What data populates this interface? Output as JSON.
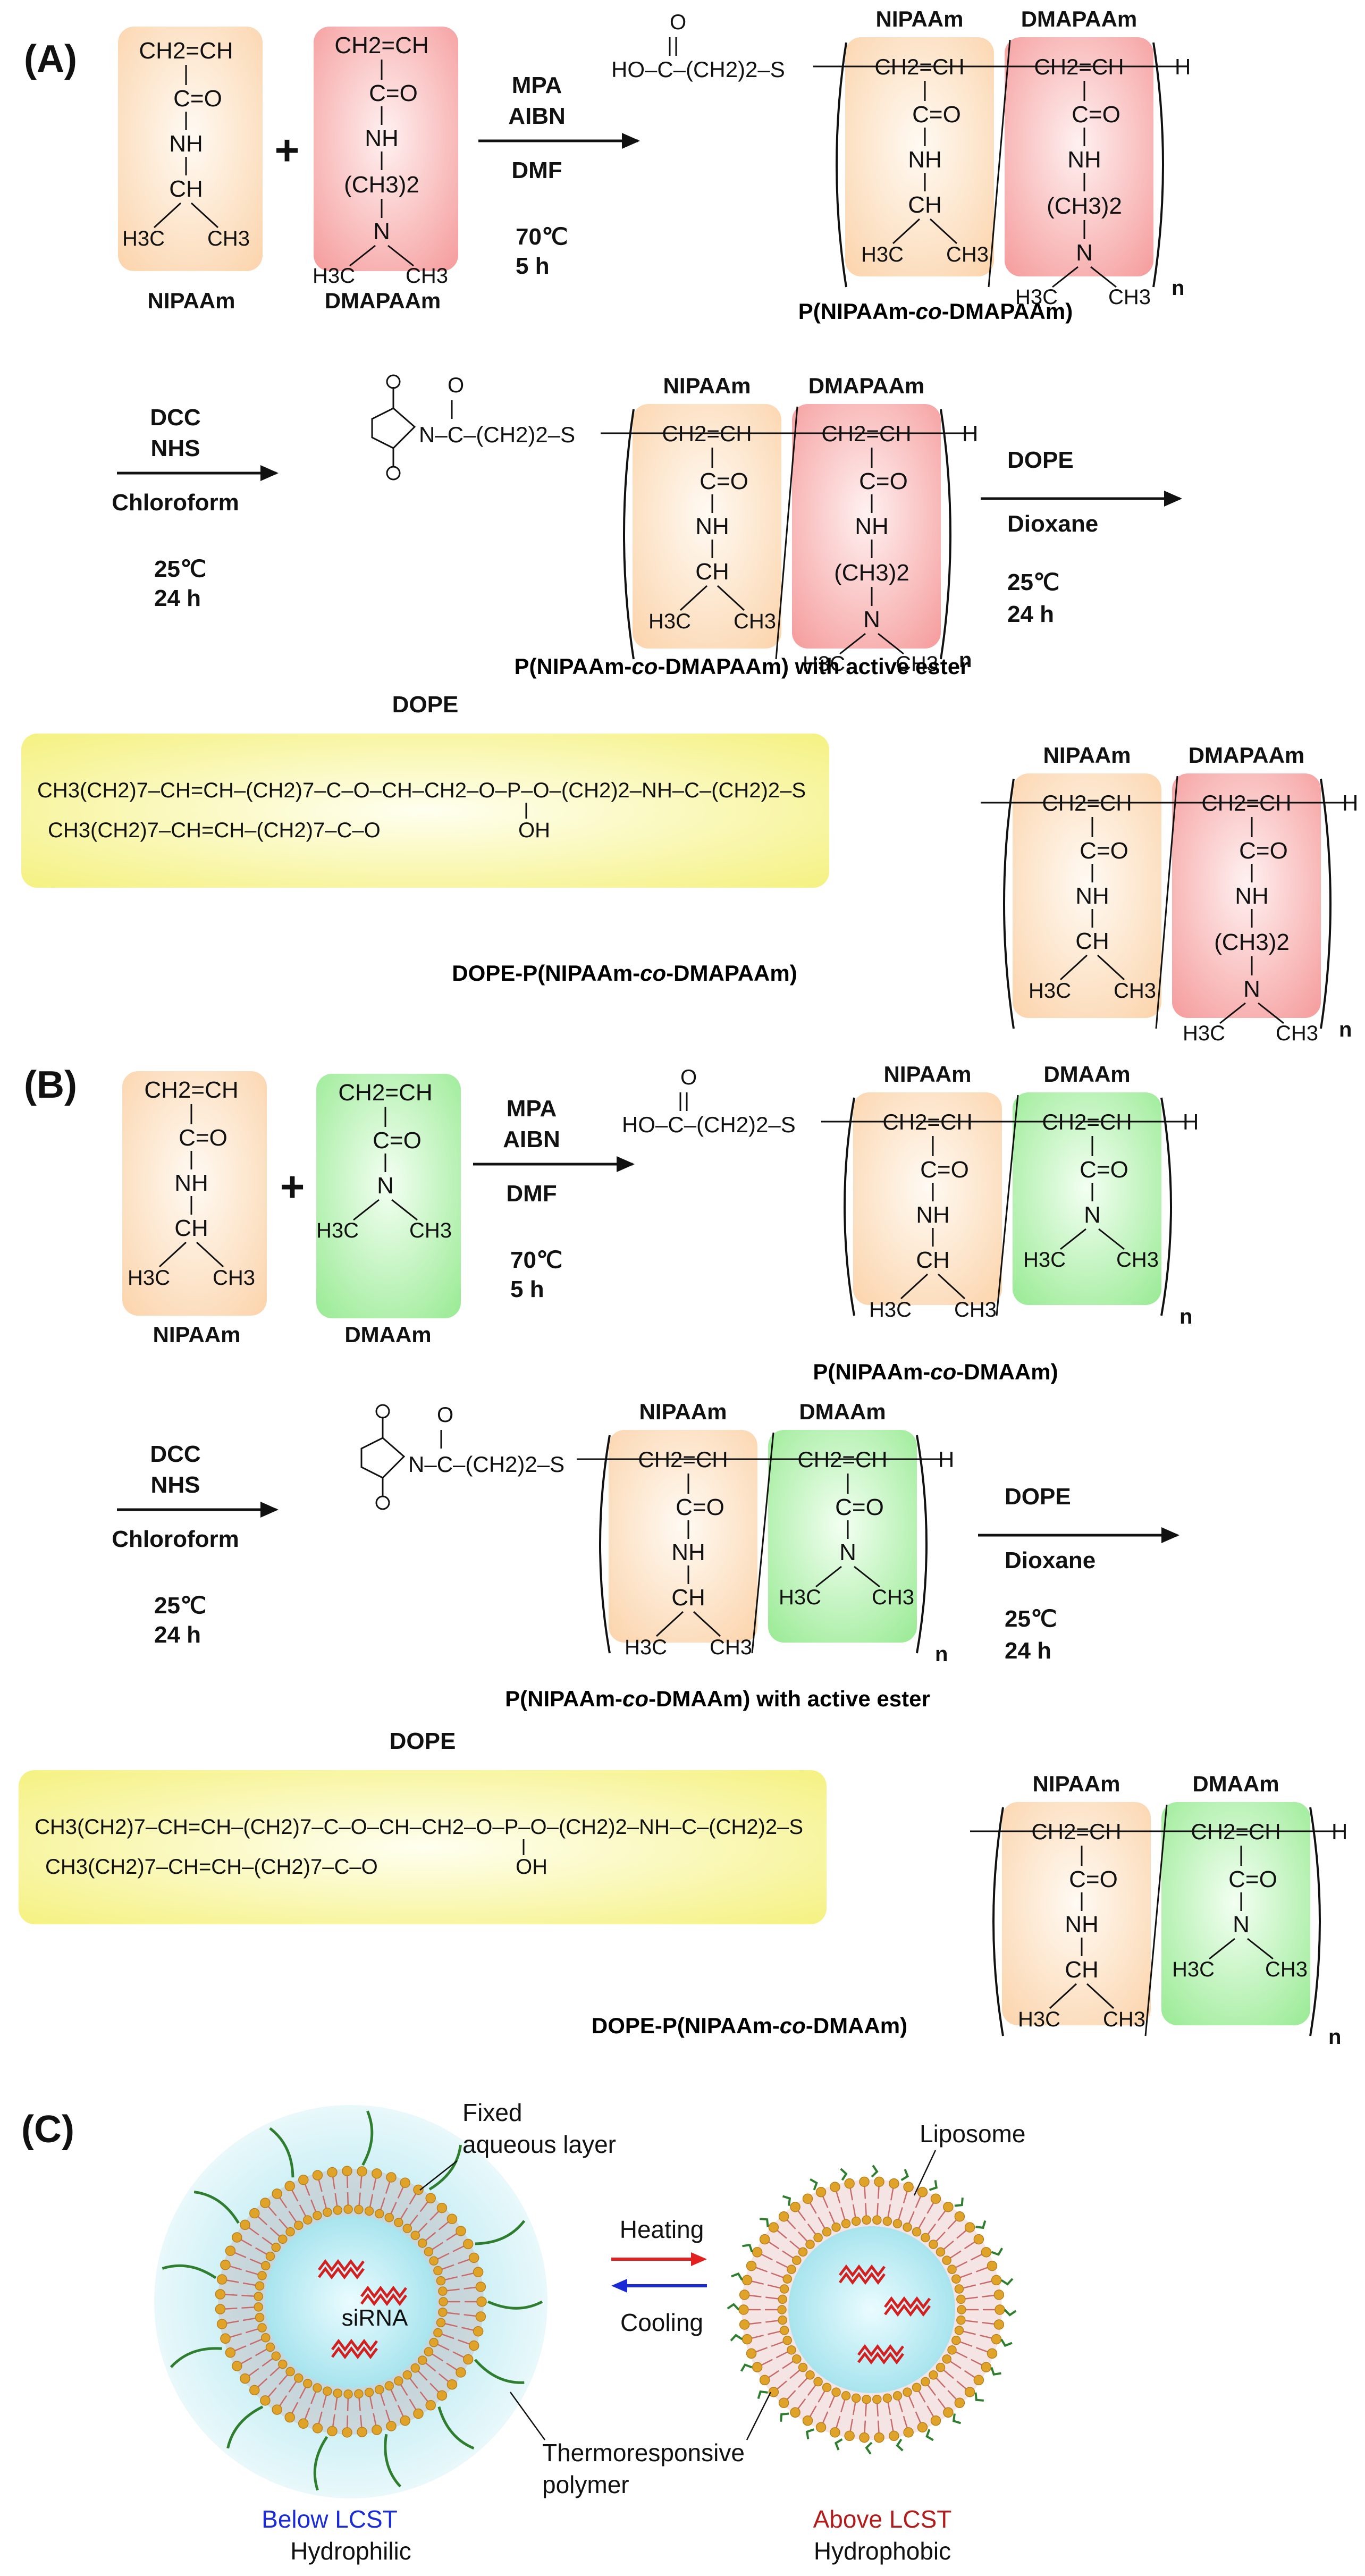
{
  "panels": {
    "A": {
      "label": "(A)",
      "monomer1": {
        "name": "NIPAAm",
        "top": "CH2=CH",
        "amide": "C=O",
        "nh": "NH",
        "ch": "CH",
        "me_left": "H3C",
        "me_right": "CH3"
      },
      "plus": "+",
      "monomer2": {
        "name": "DMAPAAm",
        "top": "CH2=CH",
        "amide": "C=O",
        "nh": "NH",
        "linker": "(CH3)2",
        "n": "N",
        "me_left": "H3C",
        "me_right": "CH3"
      },
      "step1": {
        "reagent1": "MPA",
        "reagent2": "AIBN",
        "solvent": "DMF",
        "temp": "70℃",
        "time": "5 h"
      },
      "product1": {
        "end_group": "HO–C–(CH2)2–S",
        "carbonyl_o": "O",
        "caption": "P(NIPAAm-co-DMAPAAm)",
        "caption_pre": "P(NIPAAm-",
        "caption_co": "co",
        "caption_post": "-DMAPAAm)",
        "terminal_h": "H",
        "repeat_n": "n"
      },
      "step2": {
        "reagent1": "DCC",
        "reagent2": "NHS",
        "solvent": "Chloroform",
        "temp": "25℃",
        "time": "24 h"
      },
      "product2": {
        "end_group": "N–C–(CH2)2–S",
        "caption_pre": "P(NIPAAm-",
        "caption_co": "co",
        "caption_post": "-DMAPAAm) with active ester"
      },
      "step3": {
        "reagent": "DOPE",
        "solvent": "Dioxane",
        "temp": "25℃",
        "time": "24 h"
      },
      "product3": {
        "dope_label": "DOPE",
        "chain1": "CH3(CH2)7–CH=CH–(CH2)7–C–O–CH–CH2–O–P–O–(CH2)2–NH–C–(CH2)2–S",
        "chain2": "CH3(CH2)7–CH=CH–(CH2)7–C–O",
        "phosphate_oh": "OH",
        "caption_pre": "DOPE-P(NIPAAm-",
        "caption_co": "co",
        "caption_post": "-DMAPAAm)"
      }
    },
    "B": {
      "label": "(B)",
      "monomer1": {
        "name": "NIPAAm",
        "top": "CH2=CH",
        "amide": "C=O",
        "nh": "NH",
        "ch": "CH",
        "me_left": "H3C",
        "me_right": "CH3"
      },
      "plus": "+",
      "monomer2": {
        "name": "DMAAm",
        "top": "CH2=CH",
        "amide": "C=O",
        "n": "N",
        "me_left": "H3C",
        "me_right": "CH3"
      },
      "step1": {
        "reagent1": "MPA",
        "reagent2": "AIBN",
        "solvent": "DMF",
        "temp": "70℃",
        "time": "5 h"
      },
      "product1": {
        "caption_pre": "P(NIPAAm-",
        "caption_co": "co",
        "caption_post": "-DMAAm)"
      },
      "step2": {
        "reagent1": "DCC",
        "reagent2": "NHS",
        "solvent": "Chloroform",
        "temp": "25℃",
        "time": "24 h"
      },
      "product2": {
        "caption_pre": "P(NIPAAm-",
        "caption_co": "co",
        "caption_post": "-DMAAm) with active ester"
      },
      "step3": {
        "reagent": "DOPE",
        "solvent": "Dioxane",
        "temp": "25℃",
        "time": "24 h"
      },
      "product3": {
        "dope_label": "DOPE",
        "caption_pre": "DOPE-P(NIPAAm-",
        "caption_co": "co",
        "caption_post": "-DMAAm)"
      }
    },
    "C": {
      "label": "(C)",
      "fixed_layer": [
        "Fixed",
        "aqueous layer"
      ],
      "liposome": "Liposome",
      "sirna": "siRNA",
      "heating": "Heating",
      "cooling": "Cooling",
      "polymer": [
        "Thermoresponsive",
        "polymer"
      ],
      "left_state": "Below LCST",
      "left_property": "Hydrophilic",
      "right_state": "Above LCST",
      "right_property": "Hydrophobic"
    }
  },
  "colors": {
    "nipaam_box": "#fbd9b5",
    "dmapaam_box": "#f5a3a3",
    "dmaam_box": "#a6eea3",
    "dope_box": "#f6f38a",
    "halo": "#bfeaf0",
    "heating_arrow": "#e32020",
    "cooling_arrow": "#1a2bd6",
    "below_lcst": "#1a2bd6",
    "above_lcst": "#b01c1c",
    "polymer_strand": "#2f7d2f",
    "sirna": "#d21f1f",
    "headgroup": "#e0a32a",
    "tail": "#c96a6a"
  }
}
